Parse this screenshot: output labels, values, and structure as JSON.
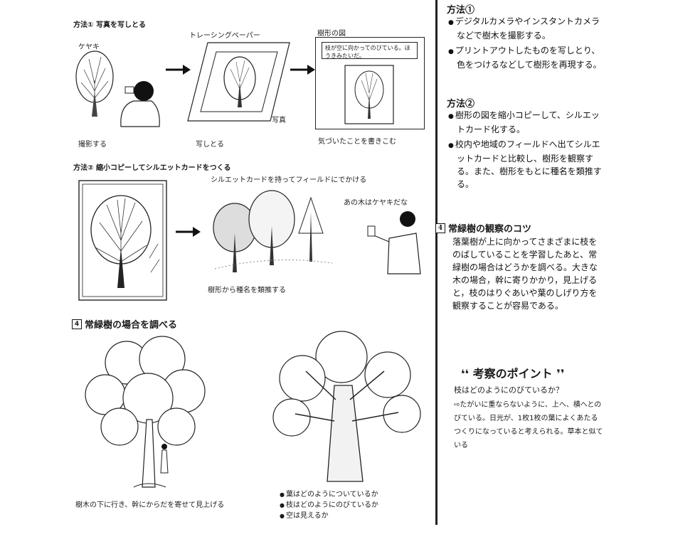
{
  "left": {
    "method1_heading": "方法① 写真を写しとる",
    "keyaki_label": "ケヤキ",
    "tracing_paper_label": "トレーシングペーパー",
    "tree_shape_label": "樹形の図",
    "note_text": "枝が空に向かってのびている。ほうきみたいだ。",
    "photo_label": "写真",
    "step_shoot": "撮影する",
    "step_trace": "写しとる",
    "step_write": "気づいたことを書きこむ",
    "method2_heading": "方法② 縮小コピーしてシルエットカードをつくる",
    "field_caption": "シルエットカードを持ってフィールドにでかける",
    "speech_text": "あの木はケヤキだな",
    "infer_caption": "樹形から種名を類推する",
    "evergreen_num": "4",
    "evergreen_heading": "常緑樹の場合を調べる",
    "under_tree_caption": "樹木の下に行き、幹にからだを寄せて見上げる",
    "checklist": [
      "葉はどのようについているか",
      "枝はどのようにのびているか",
      "空は見えるか"
    ]
  },
  "right": {
    "method1_title": "方法①",
    "method1_bullets": [
      "デジタルカメラやインスタントカメラなどで樹木を撮影する。",
      "プリントアウトしたものを写しとり、色をつけるなどして樹形を再現する。"
    ],
    "method2_title": "方法②",
    "method2_bullets": [
      "樹形の図を縮小コピーして、シルエットカード化する。",
      "校内や地域のフィールドへ出てシルエットカードと比較し、樹形を観察する。また、樹形をもとに種名を類推する。"
    ],
    "tips_num": "4",
    "tips_title": "常緑樹の観察のコツ",
    "tips_body": "落葉樹が上に向かってさまざまに枝をのばしていることを学習したあと、常緑樹の場合はどうかを調べる。大きな木の場合，幹に寄りかかり，見上げると，枝のはりぐあいや葉のしげり方を観察することが容易である。",
    "points_title": "考察のポイント",
    "question": "枝はどのようにのびているか？",
    "answer": "⇨たがいに重ならないように、上へ、横へとのびている。日光が、1枚1枚の葉によくあたるつくりになっていると考えられる。草本と似ている"
  }
}
